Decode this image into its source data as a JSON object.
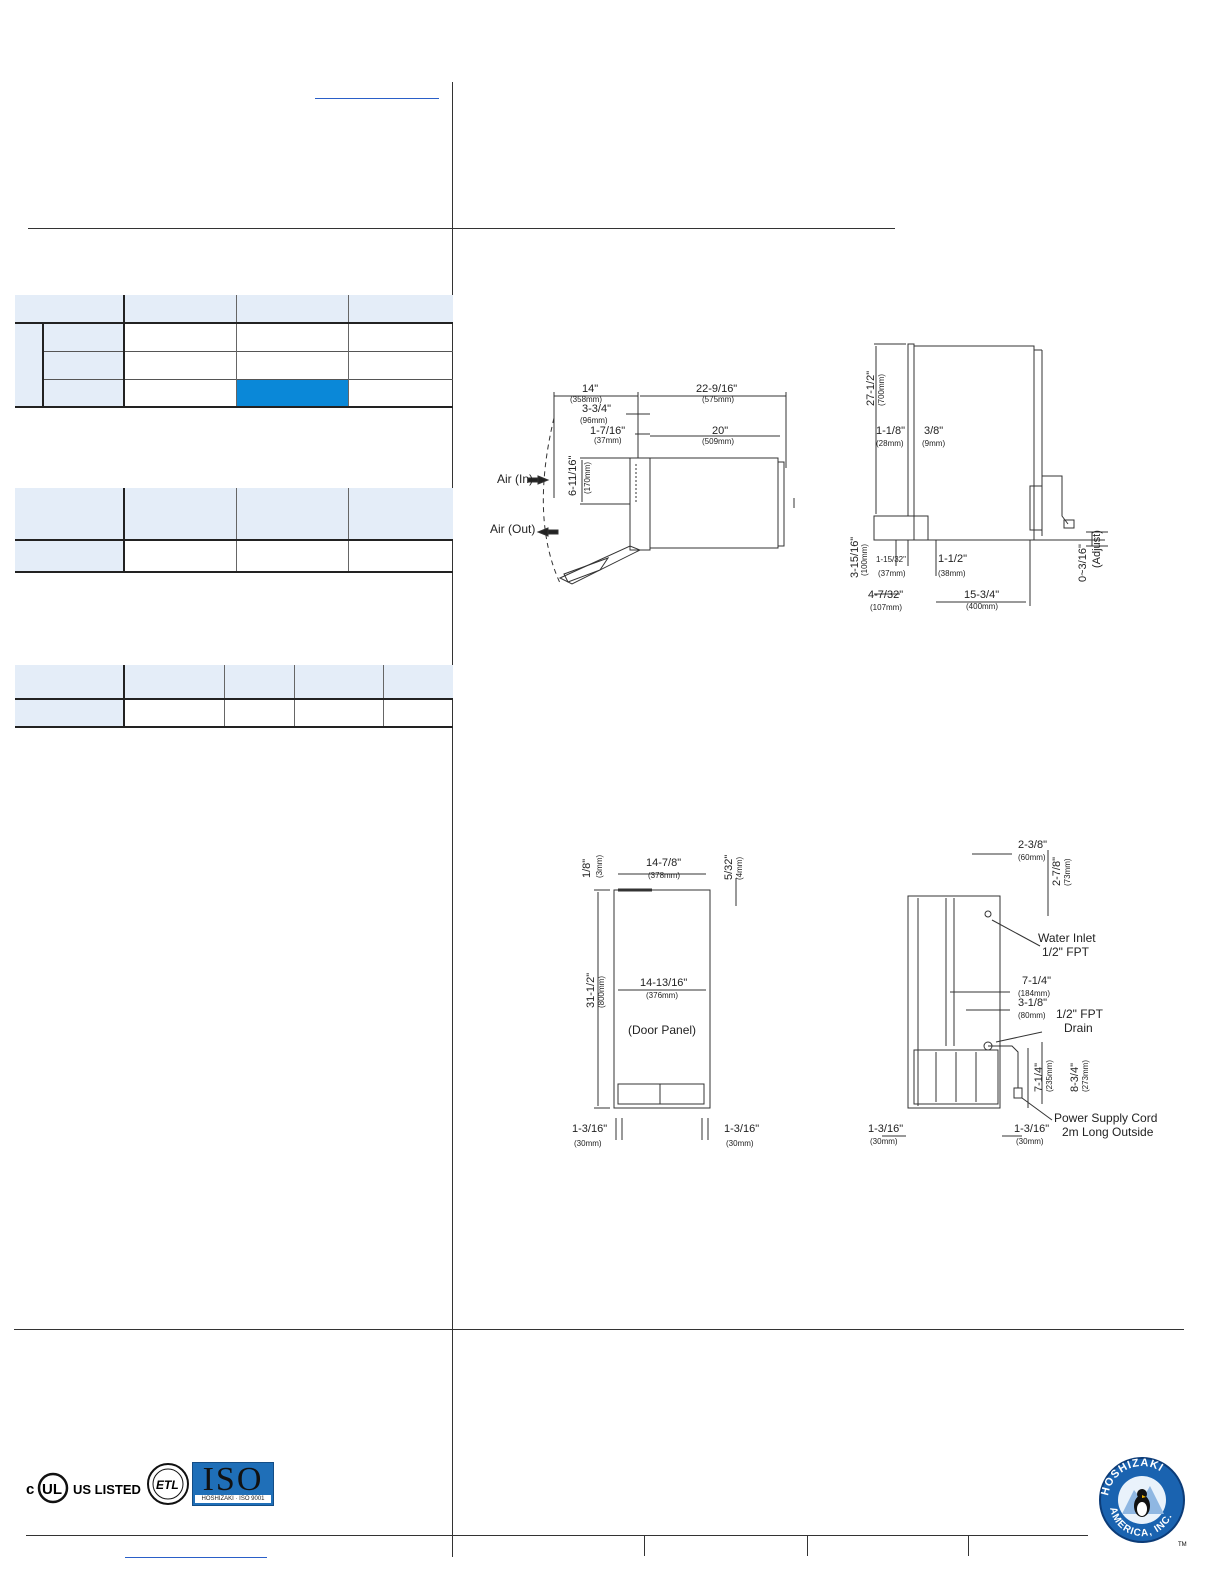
{
  "drawings": {
    "side_view": {
      "dims": {
        "a": "14\"",
        "a_mm": "(358mm)",
        "b": "22-9/16\"",
        "b_mm": "(575mm)",
        "c": "3-3/4\"",
        "c_mm": "(96mm)",
        "d": "1-7/16\"",
        "d_mm": "(37mm)",
        "e": "20\"",
        "e_mm": "(509mm)",
        "f": "6-11/16\"",
        "f_mm": "(170mm)"
      },
      "air_in": "Air (In)",
      "air_out": "Air (Out)"
    },
    "side_right": {
      "dims": {
        "h": "27-1/2\"",
        "h_mm": "(700mm)",
        "g1": "1-1/8\"",
        "g1_mm": "(28mm)",
        "g2": "3/8\"",
        "g2_mm": "(9mm)",
        "b1": "3-15/16\"",
        "b1_mm": "(100mm)",
        "b2": "1-15/32\"",
        "b2_mm": "(37mm)",
        "b3": "1-1/2\"",
        "b3_mm": "(38mm)",
        "b4": "4-7/32\"",
        "b4_mm": "(107mm)",
        "b5": "15-3/4\"",
        "b5_mm": "(400mm)",
        "adj": "0~3/16\"",
        "adj_label": "(Adjust)"
      }
    },
    "front_view": {
      "dims": {
        "t1": "1/8\"",
        "t1_mm": "(3mm)",
        "w1": "14-7/8\"",
        "w1_mm": "(378mm)",
        "t2": "5/32\"",
        "t2_mm": "(4mm)",
        "h": "31-1/2\"",
        "h_mm": "(800mm)",
        "w2": "14-13/16\"",
        "w2_mm": "(376mm)",
        "l": "1-3/16\"",
        "l_mm": "(30mm)",
        "r": "1-3/16\"",
        "r_mm": "(30mm)"
      },
      "door_panel": "(Door Panel)"
    },
    "rear_view": {
      "dims": {
        "a": "2-3/8\"",
        "a_mm": "(60mm)",
        "b": "2-7/8\"",
        "b_mm": "(73mm)",
        "c": "7-1/4\"",
        "c_mm": "(184mm)",
        "d": "3-1/8\"",
        "d_mm": "(80mm)",
        "e": "7-1/4\"",
        "e_mm": "(235mm)",
        "f": "8-3/4\"",
        "f_mm": "(273mm)",
        "l": "1-3/16\"",
        "l_mm": "(30mm)",
        "r": "1-3/16\"",
        "r_mm": "(30mm)"
      },
      "water_inlet": "Water Inlet",
      "water_inlet_size": "1/2\" FPT",
      "drain_size": "1/2\" FPT",
      "drain": "Drain",
      "power_cord": "Power Supply Cord",
      "power_cord_len": "2m Long Outside"
    }
  },
  "logos": {
    "ul": "US LISTED",
    "ul_c": "c",
    "ul_mark": "UL",
    "etl": "ETL",
    "iso": "ISO",
    "iso_sub": "HOSHIZAKI · ISO 9001",
    "brand": "HOSHIZAKI AMERICA, INC.",
    "tm": "TM"
  }
}
